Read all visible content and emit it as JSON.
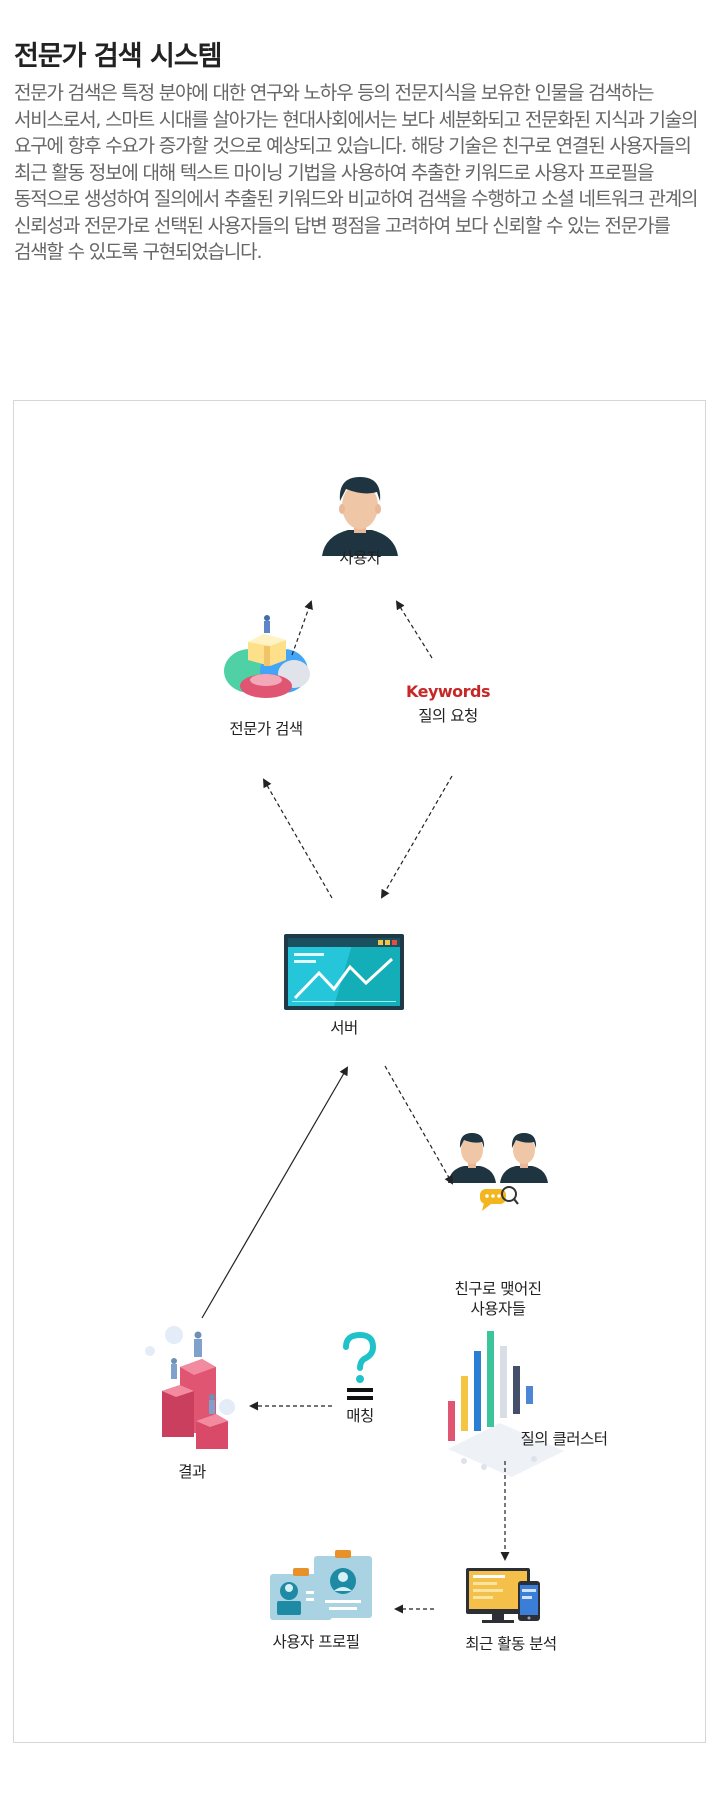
{
  "title": "전문가 검색 시스템",
  "description": "전문가 검색은 특정 분야에 대한 연구와 노하우 등의 전문지식을 보유한 인물을 검색하는 서비스로서, 스마트 시대를 살아가는 현대사회에서는 보다 세분화되고 전문화된 지식과 기술의 요구에 향후 수요가 증가할 것으로 예상되고 있습니다. 해당 기술은 친구로 연결된 사용자들의 최근 활동 정보에 대해 텍스트 마이닝 기법을 사용하여 추출한 키워드로 사용자 프로필을 동적으로 생성하여 질의에서 추출된 키워드와 비교하여 검색을 수행하고 소셜 네트워크 관계의 신뢰성과 전문가로 선택된 사용자들의 답변 평점을 고려하여 보다 신뢰할 수 있는 전문가를 검색할 수 있도록 구현되었습니다.",
  "diagram": {
    "user": "사용자",
    "expert_search": "전문가 검색",
    "keywords": "Keywords",
    "query_request": "질의 요청",
    "server": "서버",
    "friends_line1": "친구로 맺어진",
    "friends_line2": "사용자들",
    "result": "결과",
    "matching": "매칭",
    "query_cluster": "질의 클러스터",
    "user_profile": "사용자 프로필",
    "recent_activity": "최근 활동 분석"
  },
  "colors": {
    "keyword_red": "#c62828",
    "server_teal": "#26c6da",
    "server_frame": "#1f3a47",
    "person_dark": "#1e3440",
    "skin": "#f0c7a6",
    "podium_pink": "#e05572",
    "question_teal": "#1fc2c9"
  }
}
